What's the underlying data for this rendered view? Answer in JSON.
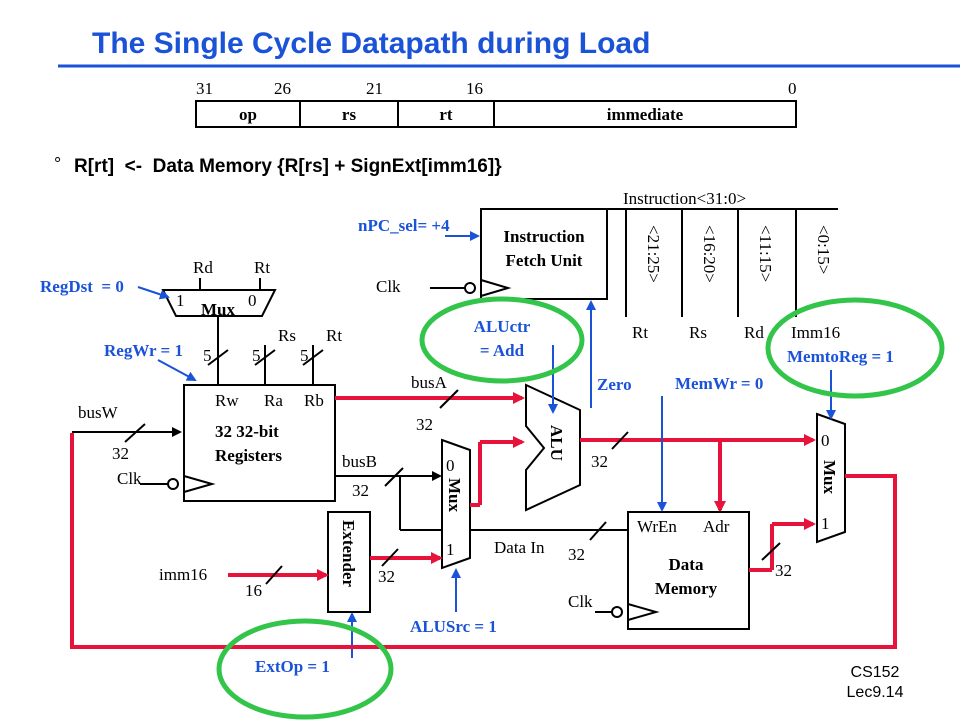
{
  "title": "The Single Cycle Datapath during Load",
  "instr_format": {
    "bits": [
      "31",
      "26",
      "21",
      "16",
      "0"
    ],
    "fields": [
      "op",
      "rs",
      "rt",
      "immediate"
    ]
  },
  "rtl": "R[rt]  <-  Data Memory {R[rs] + SignExt[imm16]}",
  "bullet": "°",
  "controls": {
    "regdst": "RegDst  = 0",
    "regwr": "RegWr = 1",
    "npc": "nPC_sel= +4",
    "aluctr_1": "ALUctr",
    "aluctr_2": "= Add",
    "zero": "Zero",
    "memwr": "MemWr = 0",
    "memtoreg": "MemtoReg = 1",
    "alusrc": "ALUSrc = 1",
    "extop": "ExtOp = 1"
  },
  "ifu": {
    "line1": "Instruction",
    "line2": "Fetch Unit",
    "clk": "Clk"
  },
  "instruction": {
    "label": "Instruction<31:0>",
    "slices": [
      "<21:25>",
      "<16:20>",
      "<11:15>",
      "<0:15>"
    ],
    "fields": [
      "Rt",
      "Rs",
      "Rd",
      "Imm16"
    ]
  },
  "regdst_mux": {
    "in_rd": "Rd",
    "in_rt": "Rt",
    "one": "1",
    "zero": "0",
    "label": "Mux"
  },
  "regfile": {
    "rs": "Rs",
    "rt": "Rt",
    "w1": "5",
    "w2": "5",
    "w3": "5",
    "rw": "Rw",
    "ra": "Ra",
    "rb": "Rb",
    "line1": "32 32-bit",
    "line2": "Registers",
    "clk": "Clk"
  },
  "buses": {
    "busw": "busW",
    "busw_w": "32",
    "busa": "busA",
    "busa_w": "32",
    "busb": "busB",
    "busb_w": "32",
    "alu_out_w": "32",
    "datain": "Data In",
    "datain_w": "32",
    "imm16": "imm16",
    "imm16_w": "16",
    "ext_w": "32",
    "mem_out_w": "32"
  },
  "alu": "ALU",
  "alusrc_mux": {
    "zero": "0",
    "one": "1",
    "label": "Mux"
  },
  "extender": "Extender",
  "memory": {
    "wren": "WrEn",
    "adr": "Adr",
    "line1": "Data",
    "line2": "Memory",
    "clk": "Clk"
  },
  "mem_mux": {
    "zero": "0",
    "one": "1",
    "label": "Mux"
  },
  "footer": {
    "line1": "CS152",
    "line2": "Lec9.14"
  }
}
